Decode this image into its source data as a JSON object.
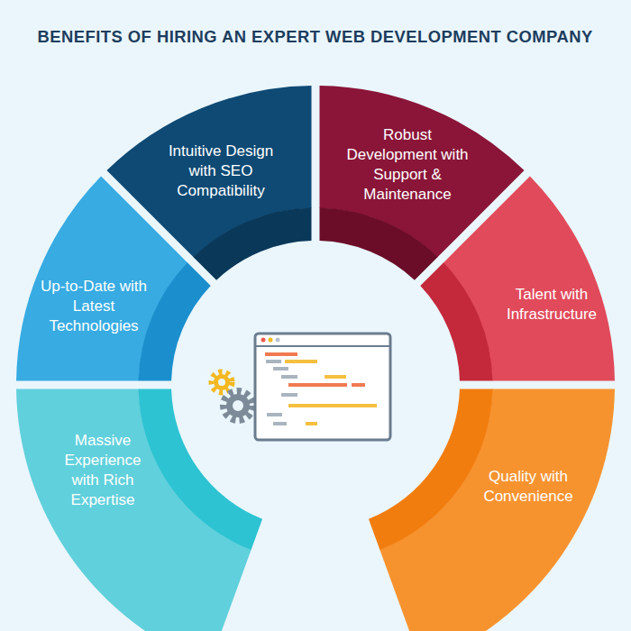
{
  "diagram": {
    "title": "BENEFITS OF HIRING AN EXPERT WEB DEVELOPMENT COMPANY",
    "nodes": [
      {
        "text": [
          "Intuitive Design with SEO Compatibility"
        ]
      },
      {
        "text": [
          "Robust Development with Support & Maintenance"
        ]
      },
      {
        "text": [
          "Up-to-Date with Latest Technologies"
        ]
      },
      {
        "text": [
          "Talent with Infrastructure"
        ]
      },
      {
        "text": [
          "Massive Experience with Rich Expertise"
        ]
      },
      {
        "text": [
          "Quality with Convenience"
        ]
      }
    ]
  }
}
